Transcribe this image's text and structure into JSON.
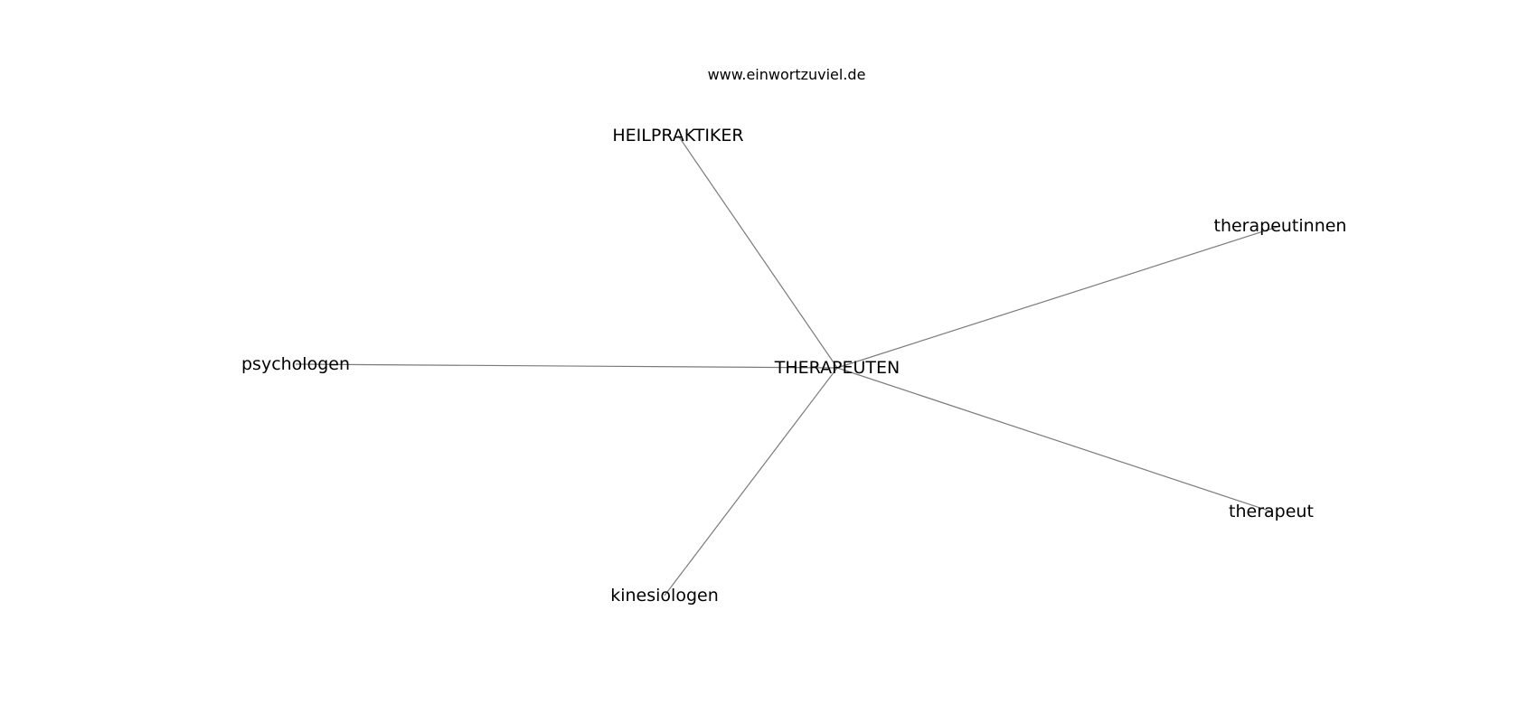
{
  "site": {
    "watermark": "www.einwortzuviel.de"
  },
  "graph": {
    "center": {
      "id": "center",
      "label": "THERAPEUTEN"
    },
    "nodes": [
      {
        "id": "heilpraktiker",
        "label": "HEILPRAKTIKER"
      },
      {
        "id": "therapeutinnen",
        "label": "therapeutinnen"
      },
      {
        "id": "psychologen",
        "label": "psychologen"
      },
      {
        "id": "therapeut",
        "label": "therapeut"
      },
      {
        "id": "kinesiologen",
        "label": "kinesiologen"
      }
    ],
    "edges": [
      {
        "from": "center",
        "to": "heilpraktiker"
      },
      {
        "from": "center",
        "to": "therapeutinnen"
      },
      {
        "from": "center",
        "to": "psychologen"
      },
      {
        "from": "center",
        "to": "therapeut"
      },
      {
        "from": "center",
        "to": "kinesiologen"
      }
    ],
    "colors": {
      "edge": "#7a7a7a",
      "label": "#000000",
      "background": "#ffffff"
    }
  }
}
